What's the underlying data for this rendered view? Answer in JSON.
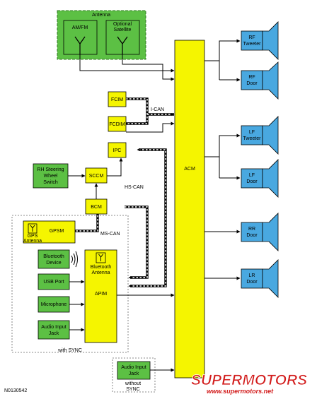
{
  "colors": {
    "module": "#f5f500",
    "green": "#5cc044",
    "speaker": "#49a8e0",
    "watermark": "#d21b1b"
  },
  "antenna": {
    "title": "Antenna",
    "amfm": "AM/FM",
    "satellite_line1": "Optional",
    "satellite_line2": "Satellite"
  },
  "modules": {
    "fcim": "FCIM",
    "fcdim": "FCDIM",
    "ipc": "IPC",
    "sccm": "SCCM",
    "bcm": "BCM",
    "acm": "ACM",
    "apim": "APIM",
    "bt_antenna_line1": "Bluetooth",
    "bt_antenna_line2": "Antenna"
  },
  "bus": {
    "ican": "I-CAN",
    "hscan": "HS-CAN",
    "mscan": "MS-CAN"
  },
  "inputs": {
    "rh_switch_line1": "RH Steering",
    "rh_switch_line2": "Wheel",
    "rh_switch_line3": "Switch",
    "gpsm": "GPSM",
    "gps_line1": "GPS",
    "gps_line2": "Antenna",
    "bt_device_line1": "Bluetooth",
    "bt_device_line2": "Device",
    "usb": "USB Port",
    "mic": "Microphone",
    "aux_line1": "Audio Input",
    "aux_line2": "Jack",
    "aux2_line1": "Audio Input",
    "aux2_line2": "Jack"
  },
  "groups": {
    "with_sync": "with SYNC",
    "without_line1": "without",
    "without_line2": "SYNC"
  },
  "speakers": [
    {
      "line1": "RF",
      "line2": "Tweeter"
    },
    {
      "line1": "RF",
      "line2": "Door"
    },
    {
      "line1": "LF",
      "line2": "Tweeter"
    },
    {
      "line1": "LF",
      "line2": "Door"
    },
    {
      "line1": "RR",
      "line2": "Door"
    },
    {
      "line1": "LR",
      "line2": "Door"
    }
  ],
  "figure_id": "N0130542",
  "watermark": {
    "brand": "SUPERMOTORS",
    "url": "www.supermotors.net"
  }
}
